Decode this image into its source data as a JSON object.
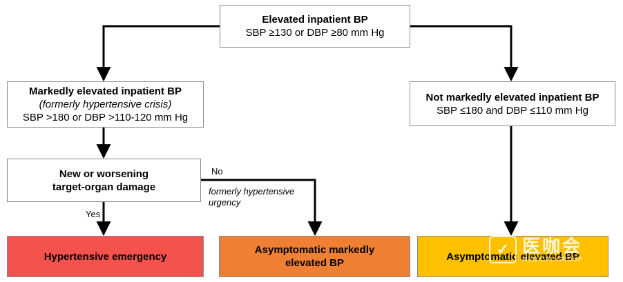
{
  "top": {
    "title": "Elevated inpatient BP",
    "criteria": "SBP ≥130 or DBP ≥80 mm Hg"
  },
  "left": {
    "title": "Markedly elevated inpatient BP",
    "note": "(formerly hypertensive crisis)",
    "criteria": "SBP >180 or DBP >110-120 mm Hg"
  },
  "right": {
    "title": "Not markedly elevated inpatient BP",
    "criteria": "SBP ≤180 and DBP ≤110 mm Hg"
  },
  "question": {
    "line1": "New or worsening",
    "line2": "target-organ damage"
  },
  "labels": {
    "yes": "Yes",
    "no": "No",
    "urgency_line1": "formerly hypertensive",
    "urgency_line2": "urgency"
  },
  "outcomes": {
    "emergency": "Hypertensive emergency",
    "marked_line1": "Asymptomatic markedly",
    "marked_line2": "elevated BP",
    "asymptomatic": "Asymptomatic elevated BP"
  },
  "colors": {
    "emergency": "#f4524d",
    "marked": "#ee7f33",
    "asymptomatic": "#ffc000",
    "border": "#8a8a8a",
    "line": "#000000"
  },
  "watermark": {
    "cn": "医咖会",
    "en": "MEDICAL GROUP"
  }
}
